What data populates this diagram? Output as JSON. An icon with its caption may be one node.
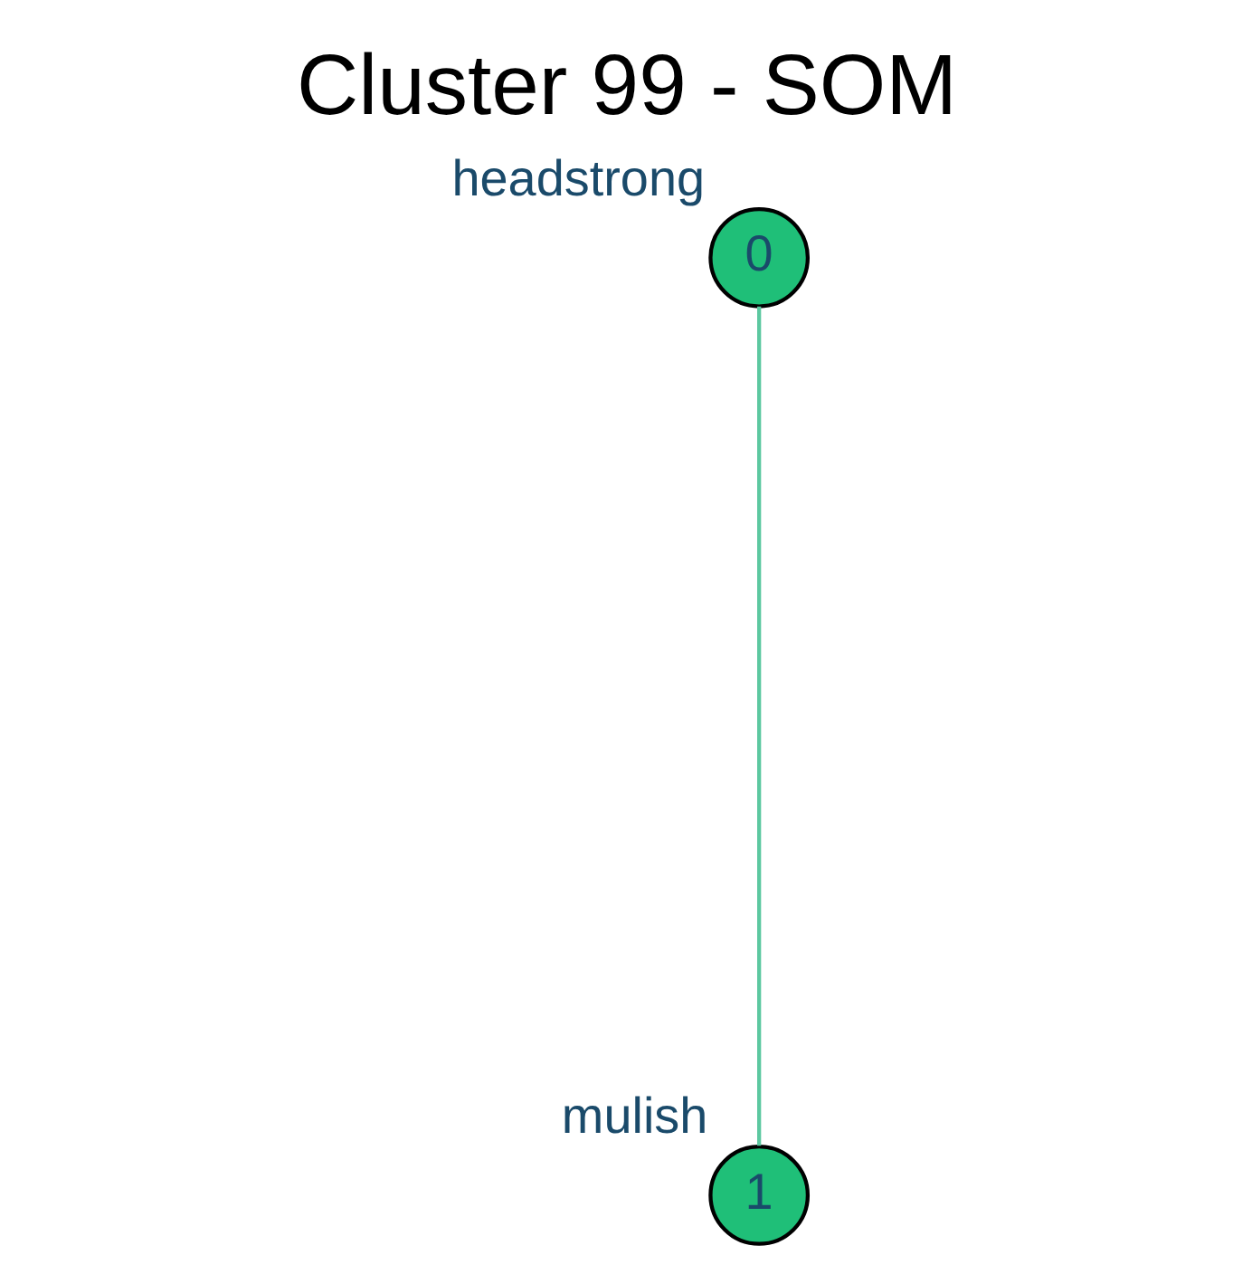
{
  "diagram": {
    "title": "Cluster 99 - SOM",
    "nodes": [
      {
        "text": [
          "0"
        ],
        "beside": [
          "headstrong"
        ]
      },
      {
        "text": [
          "1"
        ],
        "beside": [
          "mulish"
        ]
      }
    ],
    "edges": [
      {
        "from": 0,
        "to": 1,
        "arrow": "none"
      }
    ]
  }
}
